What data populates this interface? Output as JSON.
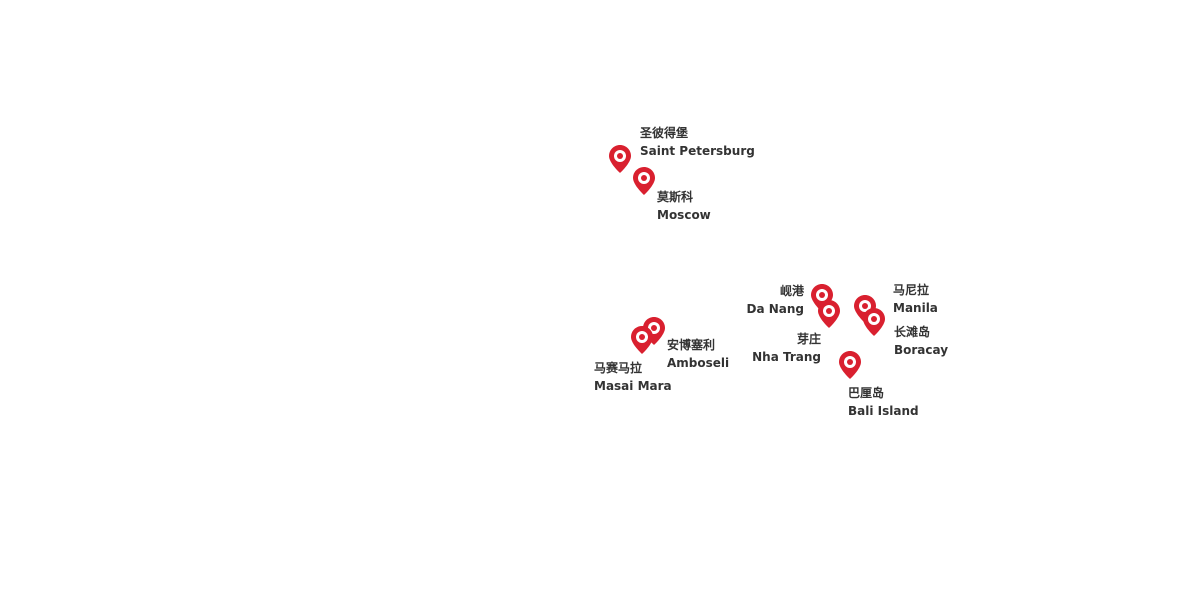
{
  "map": {
    "marker_color": "#d9202f",
    "marker_icon": "map-pin-icon",
    "places": [
      {
        "id": "saint-petersburg",
        "name_zh": "圣彼得堡",
        "name_en": "Saint Petersburg"
      },
      {
        "id": "moscow",
        "name_zh": "莫斯科",
        "name_en": "Moscow"
      },
      {
        "id": "da-nang",
        "name_zh": "岘港",
        "name_en": "Da Nang"
      },
      {
        "id": "nha-trang",
        "name_zh": "芽庄",
        "name_en": "Nha Trang"
      },
      {
        "id": "manila",
        "name_zh": "马尼拉",
        "name_en": "Manila"
      },
      {
        "id": "boracay",
        "name_zh": "长滩岛",
        "name_en": "Boracay"
      },
      {
        "id": "amboseli",
        "name_zh": "安博塞利",
        "name_en": "Amboseli"
      },
      {
        "id": "masai-mara",
        "name_zh": "马赛马拉",
        "name_en": "Masai Mara"
      },
      {
        "id": "bali-island",
        "name_zh": "巴厘岛",
        "name_en": "Bali Island"
      }
    ]
  }
}
